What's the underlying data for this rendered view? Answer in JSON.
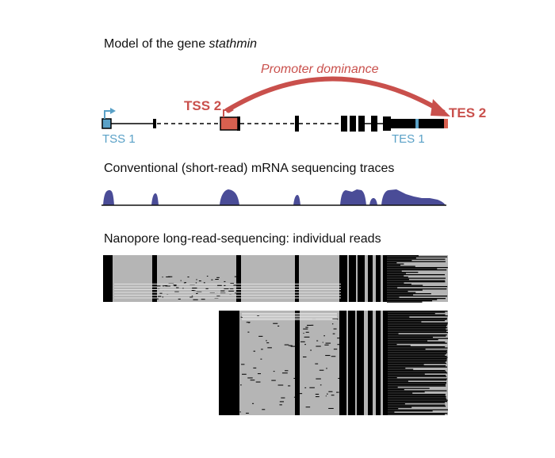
{
  "titles": {
    "gene_model_prefix": "Model of the gene ",
    "gene_name": "stathmin",
    "short_read": "Conventional (short-read) mRNA sequencing traces",
    "nanopore": "Nanopore long-read-sequencing: individual reads"
  },
  "labels": {
    "tss1": "TSS 1",
    "tss2": "TSS 2",
    "tes1": "TES 1",
    "tes2": "TES 2",
    "promoter_dominance": "Promoter dominance"
  },
  "colors": {
    "blue": "#5aa1c7",
    "red": "#c9504c",
    "coral": "#d9604f",
    "trace": "#4a4c97",
    "read_gray": "#b5b5b5",
    "exon": "#000000"
  }
}
